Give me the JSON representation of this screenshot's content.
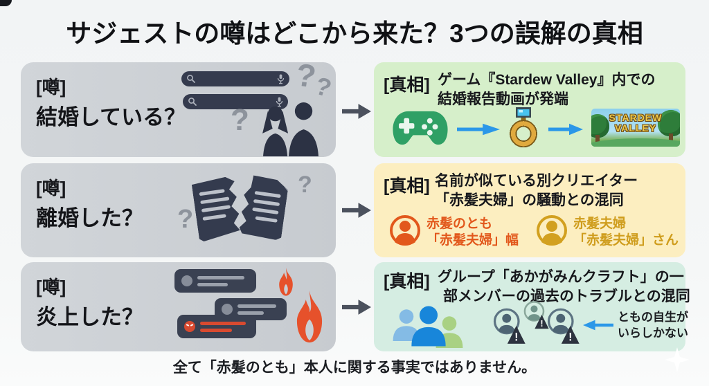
{
  "title": "サジェストの噂はどこから来た？3つの誤解の真相",
  "labels": {
    "rumor": "[噂]",
    "truth": "[真相]",
    "qmark": "?",
    "exclaim": "!"
  },
  "rows": [
    {
      "question": "結婚している？",
      "truth_line1": "ゲーム『Stardew Valley』内での",
      "truth_line2": "結婚報告動画が発端"
    },
    {
      "question": "離婚した？",
      "truth_line1": "名前が似ている別クリエイター",
      "truth_line2": "「赤髪夫婦」の騒動との混同",
      "creators": [
        {
          "name": "赤髪のとも",
          "handle": "「赤髪夫婦」幅"
        },
        {
          "name": "赤髪夫婦",
          "handle": "「赤髪夫婦」さん"
        }
      ]
    },
    {
      "question": "炎上した？",
      "truth_line1": "グループ「あかがみんクラフト」の一",
      "truth_line2": "部メンバーの過去のトラブルとの混同",
      "note_line1": "ともの自生が",
      "note_line2": "いらしかない"
    }
  ],
  "stardew_banner": {
    "line1": "STARDEW",
    "line2": "VALLEY"
  },
  "footer": "全て「赤髪のとも」本人に関する事実ではありません。",
  "colors": {
    "background": "#f3f5f6",
    "rumor_box": "#cacfd4",
    "truth_box_green": "#d6efca",
    "truth_box_yellow": "#fceec0",
    "truth_box_mint": "#d5ede2",
    "dark_arrow": "#4b515d",
    "blue_arrow": "#2b97e8",
    "flame_orange": "#e6512b",
    "gamepad_green": "#2fa065",
    "creator_orange": "#e2581c",
    "creator_gold": "#cf9d1d",
    "silhouette_navy": "#2c3244"
  }
}
